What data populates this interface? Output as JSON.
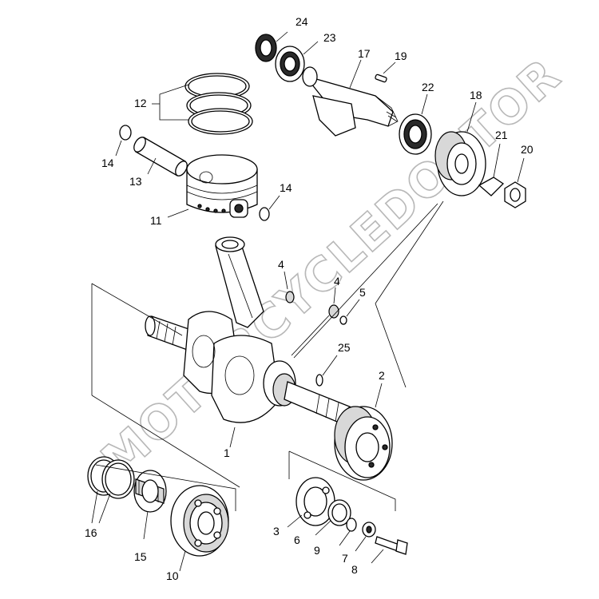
{
  "watermark": "MOTORCYCLEDOCTOR",
  "callouts": [
    {
      "id": "c24",
      "text": "24"
    },
    {
      "id": "c23",
      "text": "23"
    },
    {
      "id": "c17",
      "text": "17"
    },
    {
      "id": "c19",
      "text": "19"
    },
    {
      "id": "c12",
      "text": "12"
    },
    {
      "id": "c22",
      "text": "22"
    },
    {
      "id": "c18",
      "text": "18"
    },
    {
      "id": "c14a",
      "text": "14"
    },
    {
      "id": "c13",
      "text": "13"
    },
    {
      "id": "c21",
      "text": "21"
    },
    {
      "id": "c20",
      "text": "20"
    },
    {
      "id": "c14b",
      "text": "14"
    },
    {
      "id": "c11",
      "text": "11"
    },
    {
      "id": "c4a",
      "text": "4"
    },
    {
      "id": "c4b",
      "text": "4"
    },
    {
      "id": "c5",
      "text": "5"
    },
    {
      "id": "c25",
      "text": "25"
    },
    {
      "id": "c2",
      "text": "2"
    },
    {
      "id": "c1",
      "text": "1"
    },
    {
      "id": "c16",
      "text": "16"
    },
    {
      "id": "c15",
      "text": "15"
    },
    {
      "id": "c10",
      "text": "10"
    },
    {
      "id": "c3",
      "text": "3"
    },
    {
      "id": "c6",
      "text": "6"
    },
    {
      "id": "c9",
      "text": "9"
    },
    {
      "id": "c7",
      "text": "7"
    },
    {
      "id": "c8",
      "text": "8"
    }
  ]
}
